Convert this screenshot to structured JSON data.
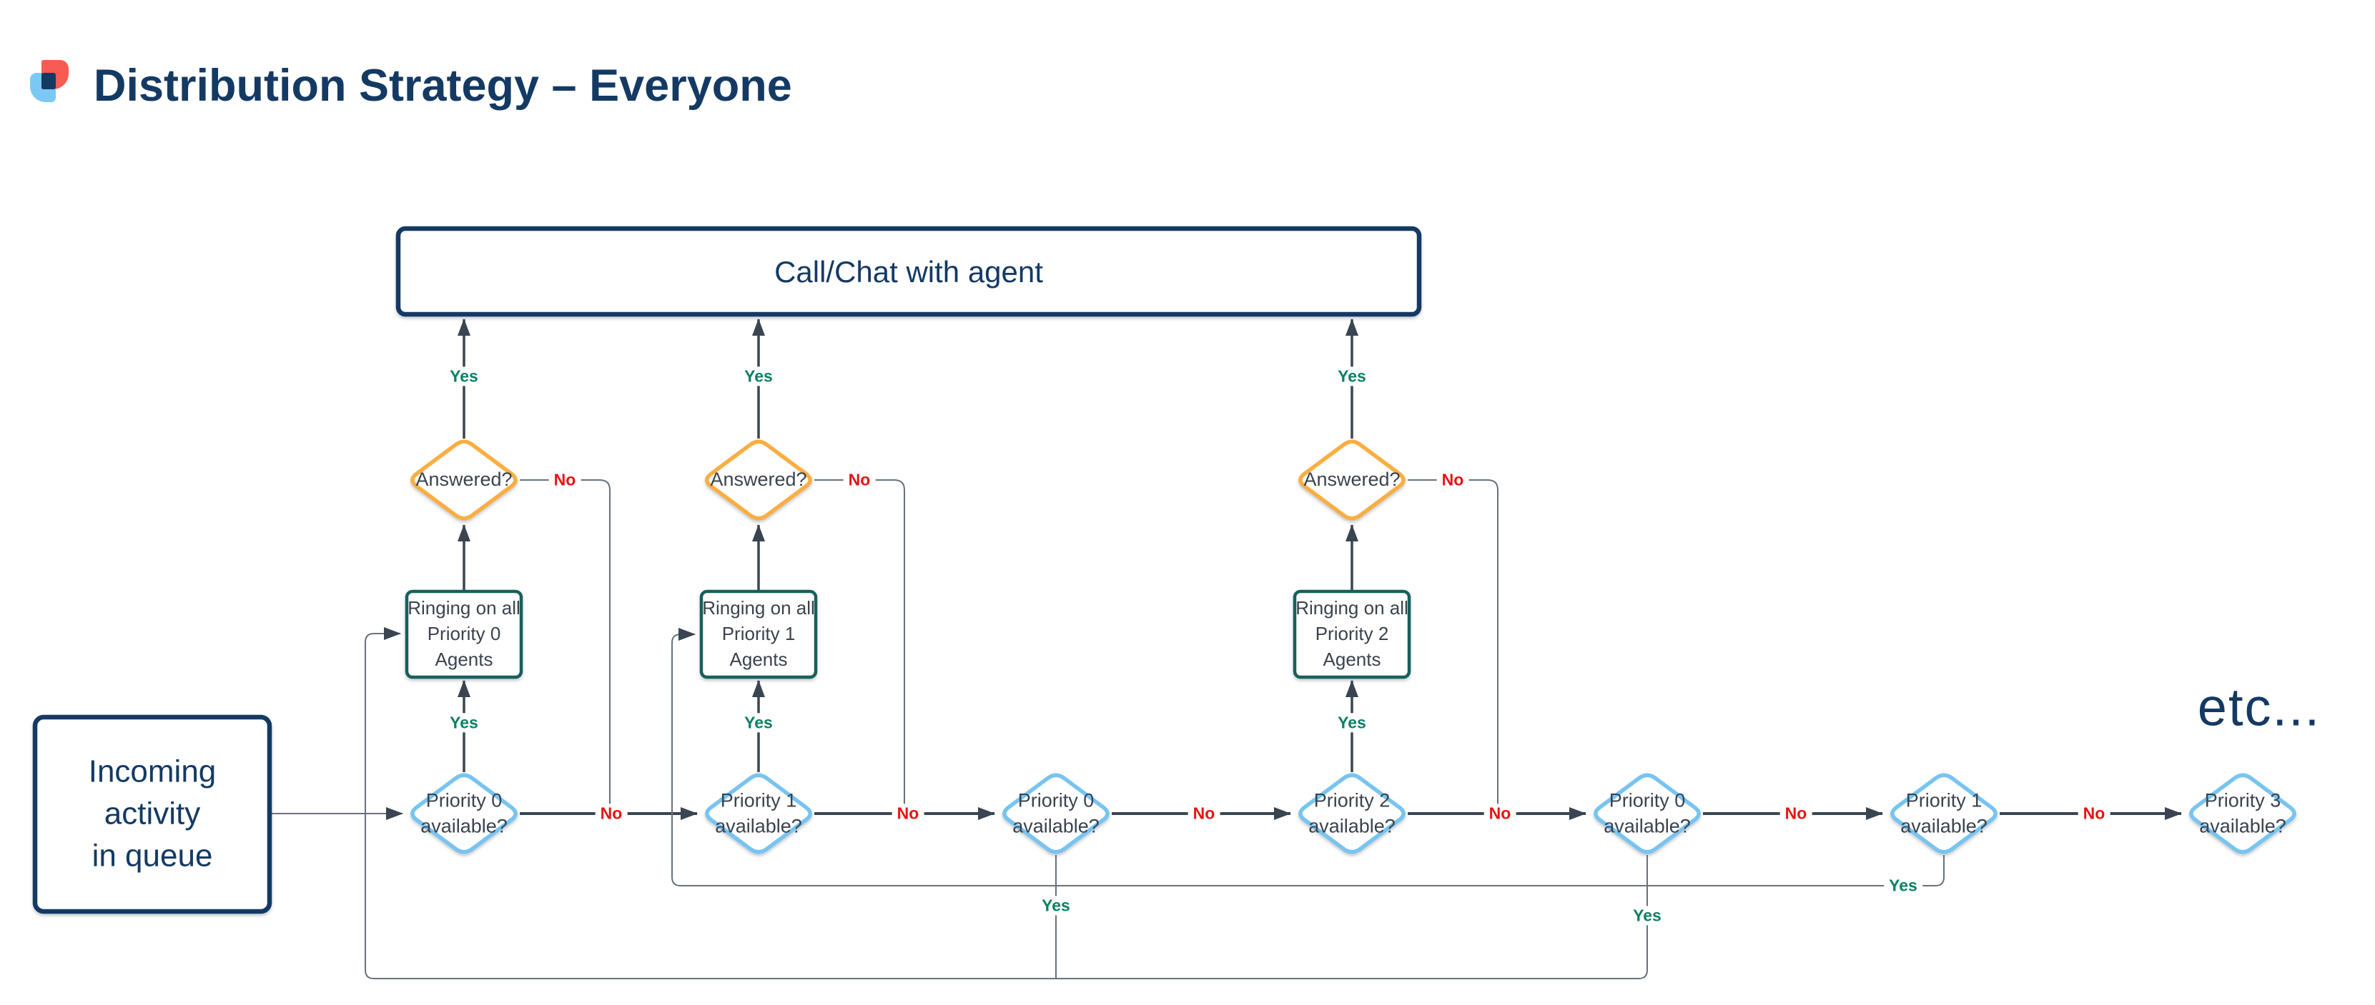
{
  "header": {
    "title": "Distribution Strategy – Everyone"
  },
  "etc_label": "etc...",
  "nodes": {
    "incoming_queue": "Incoming\nactivity\nin queue",
    "call_chat": "Call/Chat with agent",
    "answered_1": "Answered?",
    "answered_2": "Answered?",
    "answered_3": "Answered?",
    "ringing_p0": "Ringing on all\nPriority 0\nAgents",
    "ringing_p1": "Ringing on all\nPriority 1\nAgents",
    "ringing_p2": "Ringing on all\nPriority 2\nAgents",
    "avail_1": "Priority 0\navailable?",
    "avail_2": "Priority 1\navailable?",
    "avail_3": "Priority 0\navailable?",
    "avail_4": "Priority 2\navailable?",
    "avail_5": "Priority 0\navailable?",
    "avail_6": "Priority 1\navailable?",
    "avail_7": "Priority 3\navailable?"
  },
  "edge_labels": {
    "yes": "Yes",
    "no": "No"
  },
  "colors": {
    "navy": "#143A64",
    "teal": "#17605B",
    "orange": "#FAAE42",
    "light-blue": "#77C4F1",
    "slate-text": "#3A434E",
    "line-main": "#3A4551",
    "line-loop": "#67727D",
    "yes-green": "#0C8066",
    "no-red": "#E81212",
    "logo-red": "#F85B51",
    "logo-blue": "#7CC8F5"
  }
}
